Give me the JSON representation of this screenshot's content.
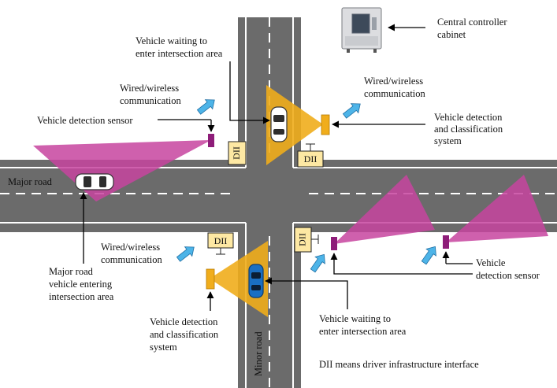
{
  "labels": {
    "central_controller": [
      "Central controller",
      "cabinet"
    ],
    "vehicle_waiting_top": [
      "Vehicle waiting to",
      "enter intersection area"
    ],
    "wired_wireless_top_left": [
      "Wired/wireless",
      "communication"
    ],
    "wired_wireless_top_right": [
      "Wired/wireless",
      "communication"
    ],
    "vehicle_detection_sensor_left": "Vehicle detection sensor",
    "vdcs_top_right": [
      "Vehicle detection",
      "and classification",
      "system"
    ],
    "major_road": "Major road",
    "wired_wireless_bottom_left": [
      "Wired/wireless",
      "communication"
    ],
    "major_road_entering": [
      "Major road",
      "vehicle entering",
      "intersection area"
    ],
    "vdcs_bottom_left": [
      "Vehicle detection",
      "and classification",
      "system"
    ],
    "minor_road": "Minor road",
    "vehicle_waiting_bottom": [
      "Vehicle waiting to",
      "enter intersection area"
    ],
    "vehicle_detection_sensor_right": [
      "Vehicle",
      "detection sensor"
    ],
    "dii_note": "DII means driver infrastructure interface"
  },
  "dii_label": "DII",
  "colors": {
    "road": "#6b6b6b",
    "sensor_beam": "#c7449f",
    "sensor_box": "#8e1d79",
    "camera_beam": "#f0ad1c",
    "camera_box": "#f0ad1c",
    "comm_arrow": "#4db4e8",
    "dii_box": "#fde8a3",
    "car_top": "#ffffff",
    "car_bottom": "#1a6fc2"
  }
}
